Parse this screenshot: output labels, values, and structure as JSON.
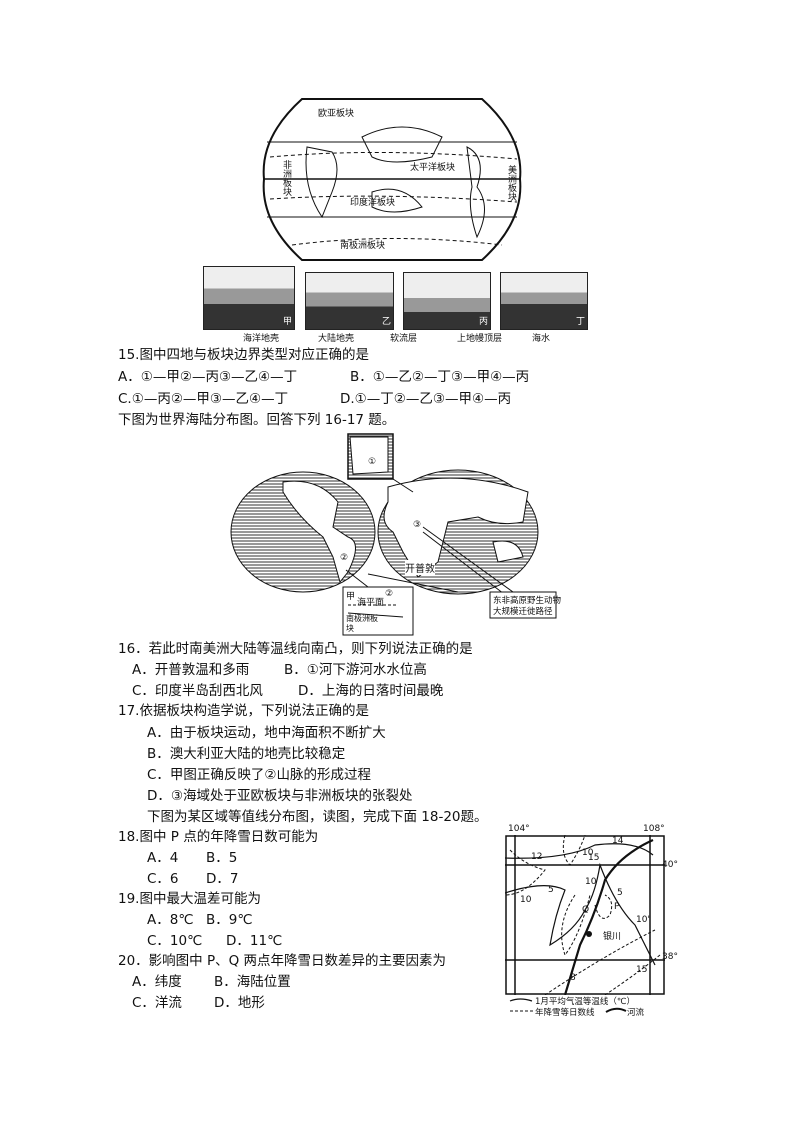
{
  "figure1": {
    "plates": [
      "欧亚板块",
      "太平洋板块",
      "非洲板块",
      "印度洋板块",
      "南极洲板块",
      "美洲板块"
    ],
    "sections": [
      "甲",
      "乙",
      "丙",
      "丁"
    ],
    "legend": [
      "海洋地壳",
      "大陆地壳",
      "软流层",
      "上地幔顶层",
      "海水"
    ]
  },
  "q15": {
    "stem": "15.图中四地与板块边界类型对应正确的是",
    "options": [
      "A．①—甲②—丙③—乙④—丁",
      "B．①—乙②—丁③—甲④—丙",
      "C.①—丙②—甲③—乙④—丁",
      "D.①—丁②—乙③—甲④—丙"
    ]
  },
  "intro16": "下图为世界海陆分布图。回答下列 16-17 题。",
  "figure2": {
    "inset1_label": "①",
    "mark2": "②",
    "mark3": "③",
    "city": "开普敦",
    "inset_jia": {
      "title": "甲",
      "sea_level": "海平面",
      "plate": "南极洲板块",
      "mark": "②"
    },
    "callout": [
      "东非高原野生动物",
      "大规模迁徙路径"
    ]
  },
  "q16": {
    "stem": "16．若此时南美洲大陆等温线向南凸，则下列说法正确的是",
    "options": [
      "A．开普敦温和多雨",
      "B．①河下游河水水位高",
      "C．印度半岛刮西北风",
      "D．上海的日落时间最晚"
    ]
  },
  "q17": {
    "stem": "17.依据板块构造学说，下列说法正确的是",
    "options": [
      "A．由于板块运动，地中海面积不断扩大",
      "B．澳大利亚大陆的地壳比较稳定",
      "C．甲图正确反映了②山脉的形成过程",
      "D．③海域处于亚欧板块与非洲板块的张裂处"
    ]
  },
  "intro18": "下图为某区域等值线分布图，读图，完成下面 18-20题。",
  "q18": {
    "stem": "18.图中 P 点的年降雪日数可能为",
    "options": [
      "A．4",
      "B．5",
      "C．6",
      "D．7"
    ]
  },
  "q19": {
    "stem": "19.图中最大温差可能为",
    "options": [
      "A．8℃",
      "B．9℃",
      "C．10℃",
      "D．11℃"
    ]
  },
  "q20": {
    "stem": "20．影响图中 P、Q 两点年降雪日数差异的主要因素为",
    "options": [
      "A．纬度",
      "B．海陆位置",
      "C．洋流",
      "D．地形"
    ]
  },
  "figure3": {
    "lon": [
      "104°",
      "108°"
    ],
    "lat": [
      "40°",
      "38°"
    ],
    "values": [
      "15",
      "12",
      "10",
      "5",
      "10",
      "10",
      "5",
      "10'",
      "15",
      "8",
      "14"
    ],
    "points": [
      "Q",
      "P"
    ],
    "city": "银川",
    "legend": [
      "1月平均气温等温线（℃）",
      "年降雪等日数线",
      "河流"
    ]
  }
}
